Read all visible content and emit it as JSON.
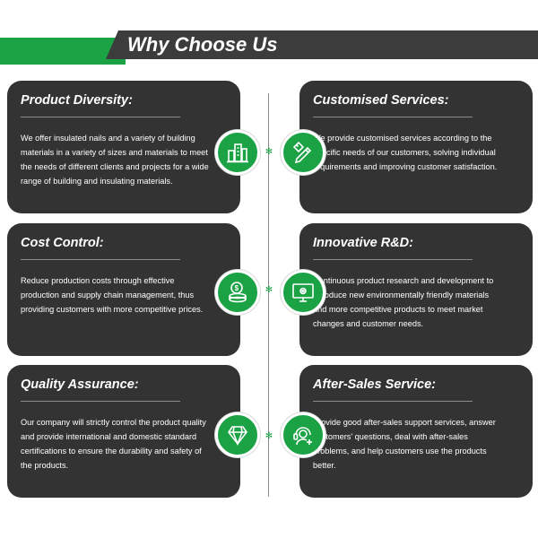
{
  "header": {
    "title": "Why Choose Us"
  },
  "colors": {
    "accent": "#1aa245",
    "card": "#333333",
    "banner": "#3c3c3c"
  },
  "features": [
    {
      "title": "Product Diversity:",
      "body": "We offer insulated nails and a variety of building materials in a variety of sizes and materials to meet the needs of different clients and projects for a wide range of building and insulating materials.",
      "icon": "buildings-icon"
    },
    {
      "title": "Customised Services:",
      "body": "We provide customised services according to the specific needs of our customers, solving individual requirements and improving customer satisfaction.",
      "icon": "pencil-ruler-icon"
    },
    {
      "title": "Cost Control:",
      "body": "Reduce production costs through effective production and supply chain management, thus providing customers with more competitive prices.",
      "icon": "coins-icon"
    },
    {
      "title": "Innovative R&D:",
      "body": "Continuous product research and development to introduce new environmentally friendly materials and more competitive products to meet market changes and customer needs.",
      "icon": "monitor-gear-icon"
    },
    {
      "title": "Quality Assurance:",
      "body": "Our company will strictly control the product quality and provide international and domestic standard certifications to ensure the durability and safety of the products.",
      "icon": "diamond-icon"
    },
    {
      "title": "After-Sales Service:",
      "body": "Provide good after-sales support services, answer customers' questions, deal with after-sales problems, and help customers use the products better.",
      "icon": "headset-icon"
    }
  ]
}
